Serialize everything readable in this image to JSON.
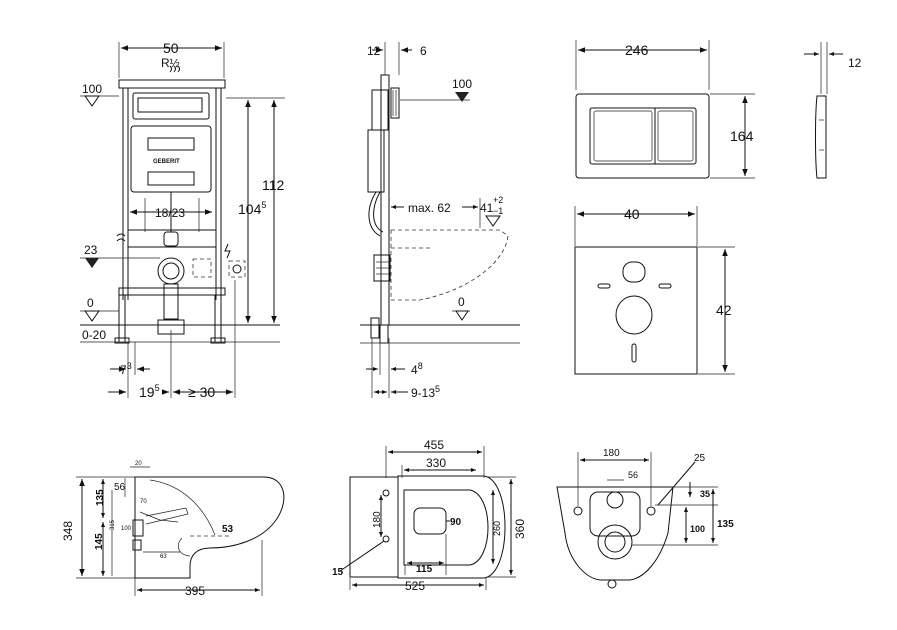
{
  "frame_front": {
    "width": "50",
    "valve": "R½",
    "level_top": "100",
    "level_mid": "23",
    "level_floor": "0",
    "floor_range": "0-20",
    "height_total": "112",
    "height_frame_base": "104",
    "height_frame_sup": "5",
    "fixing_spacing": "18/23",
    "offset_small_base": "7",
    "offset_small_sup": "3",
    "offset_left_base": "19",
    "offset_left_sup": "5",
    "offset_right": "≥ 30",
    "brand": "GEBERIT"
  },
  "frame_side": {
    "depth_top": "12",
    "depth_plate": "6",
    "level_top": "100",
    "projection": "max. 62",
    "height_base": "41",
    "height_tol_plus": "+2",
    "height_tol_minus": "−1",
    "level_floor": "0",
    "bottom_a_base": "4",
    "bottom_a_sup": "8",
    "bottom_b_base": "9-13",
    "bottom_b_sup": "5"
  },
  "flush_plate": {
    "width": "246",
    "height": "164",
    "depth": "12"
  },
  "insulation_panel": {
    "width": "40",
    "height": "42"
  },
  "toilet_side": {
    "height_total": "348",
    "dim_56": "56",
    "dim_135": "135",
    "dim_145": "145",
    "dim_315": "315",
    "dim_53": "53",
    "dim_70": "70",
    "dim_100": "100",
    "dim_63": "63",
    "dim_20": "20",
    "length": "395"
  },
  "toilet_top": {
    "outer_width": "455",
    "inner_width": "330",
    "depth_outer": "360",
    "depth_inner": "260",
    "fixing_spacing": "180",
    "outlet_dim": "90",
    "outlet_offset": "115",
    "edge_offset": "15",
    "total_length": "525"
  },
  "toilet_rear": {
    "fixing_spacing": "180",
    "fixing_hole": "25",
    "inlet": "56",
    "dim_35": "35",
    "dim_100": "100",
    "dim_135": "135"
  }
}
